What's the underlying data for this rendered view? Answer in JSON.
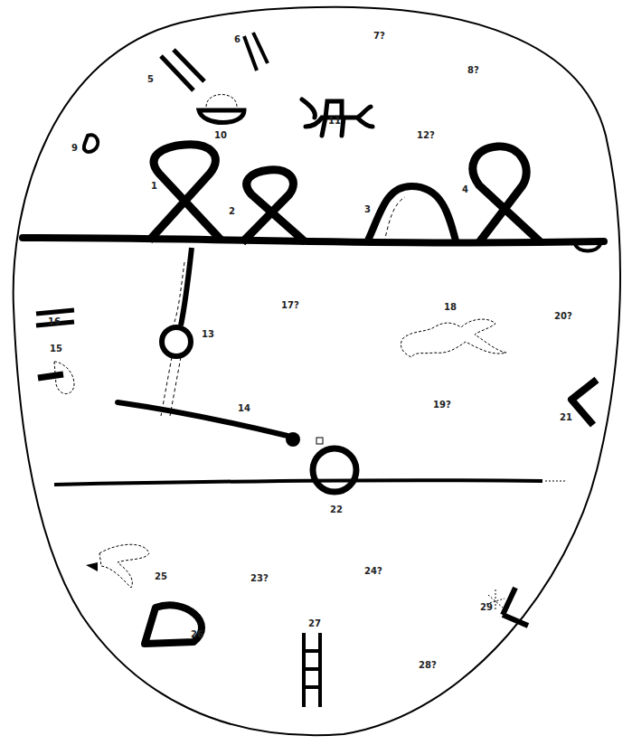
{
  "diagram": {
    "labels": [
      "1",
      "2",
      "3",
      "4",
      "5",
      "6",
      "7?",
      "8?",
      "9",
      "10",
      "11",
      "12?",
      "13",
      "14",
      "15",
      "16",
      "17?",
      "18",
      "19?",
      "20?",
      "21",
      "22",
      "23?",
      "24?",
      "25",
      "26",
      "27",
      "28?",
      "29"
    ]
  }
}
